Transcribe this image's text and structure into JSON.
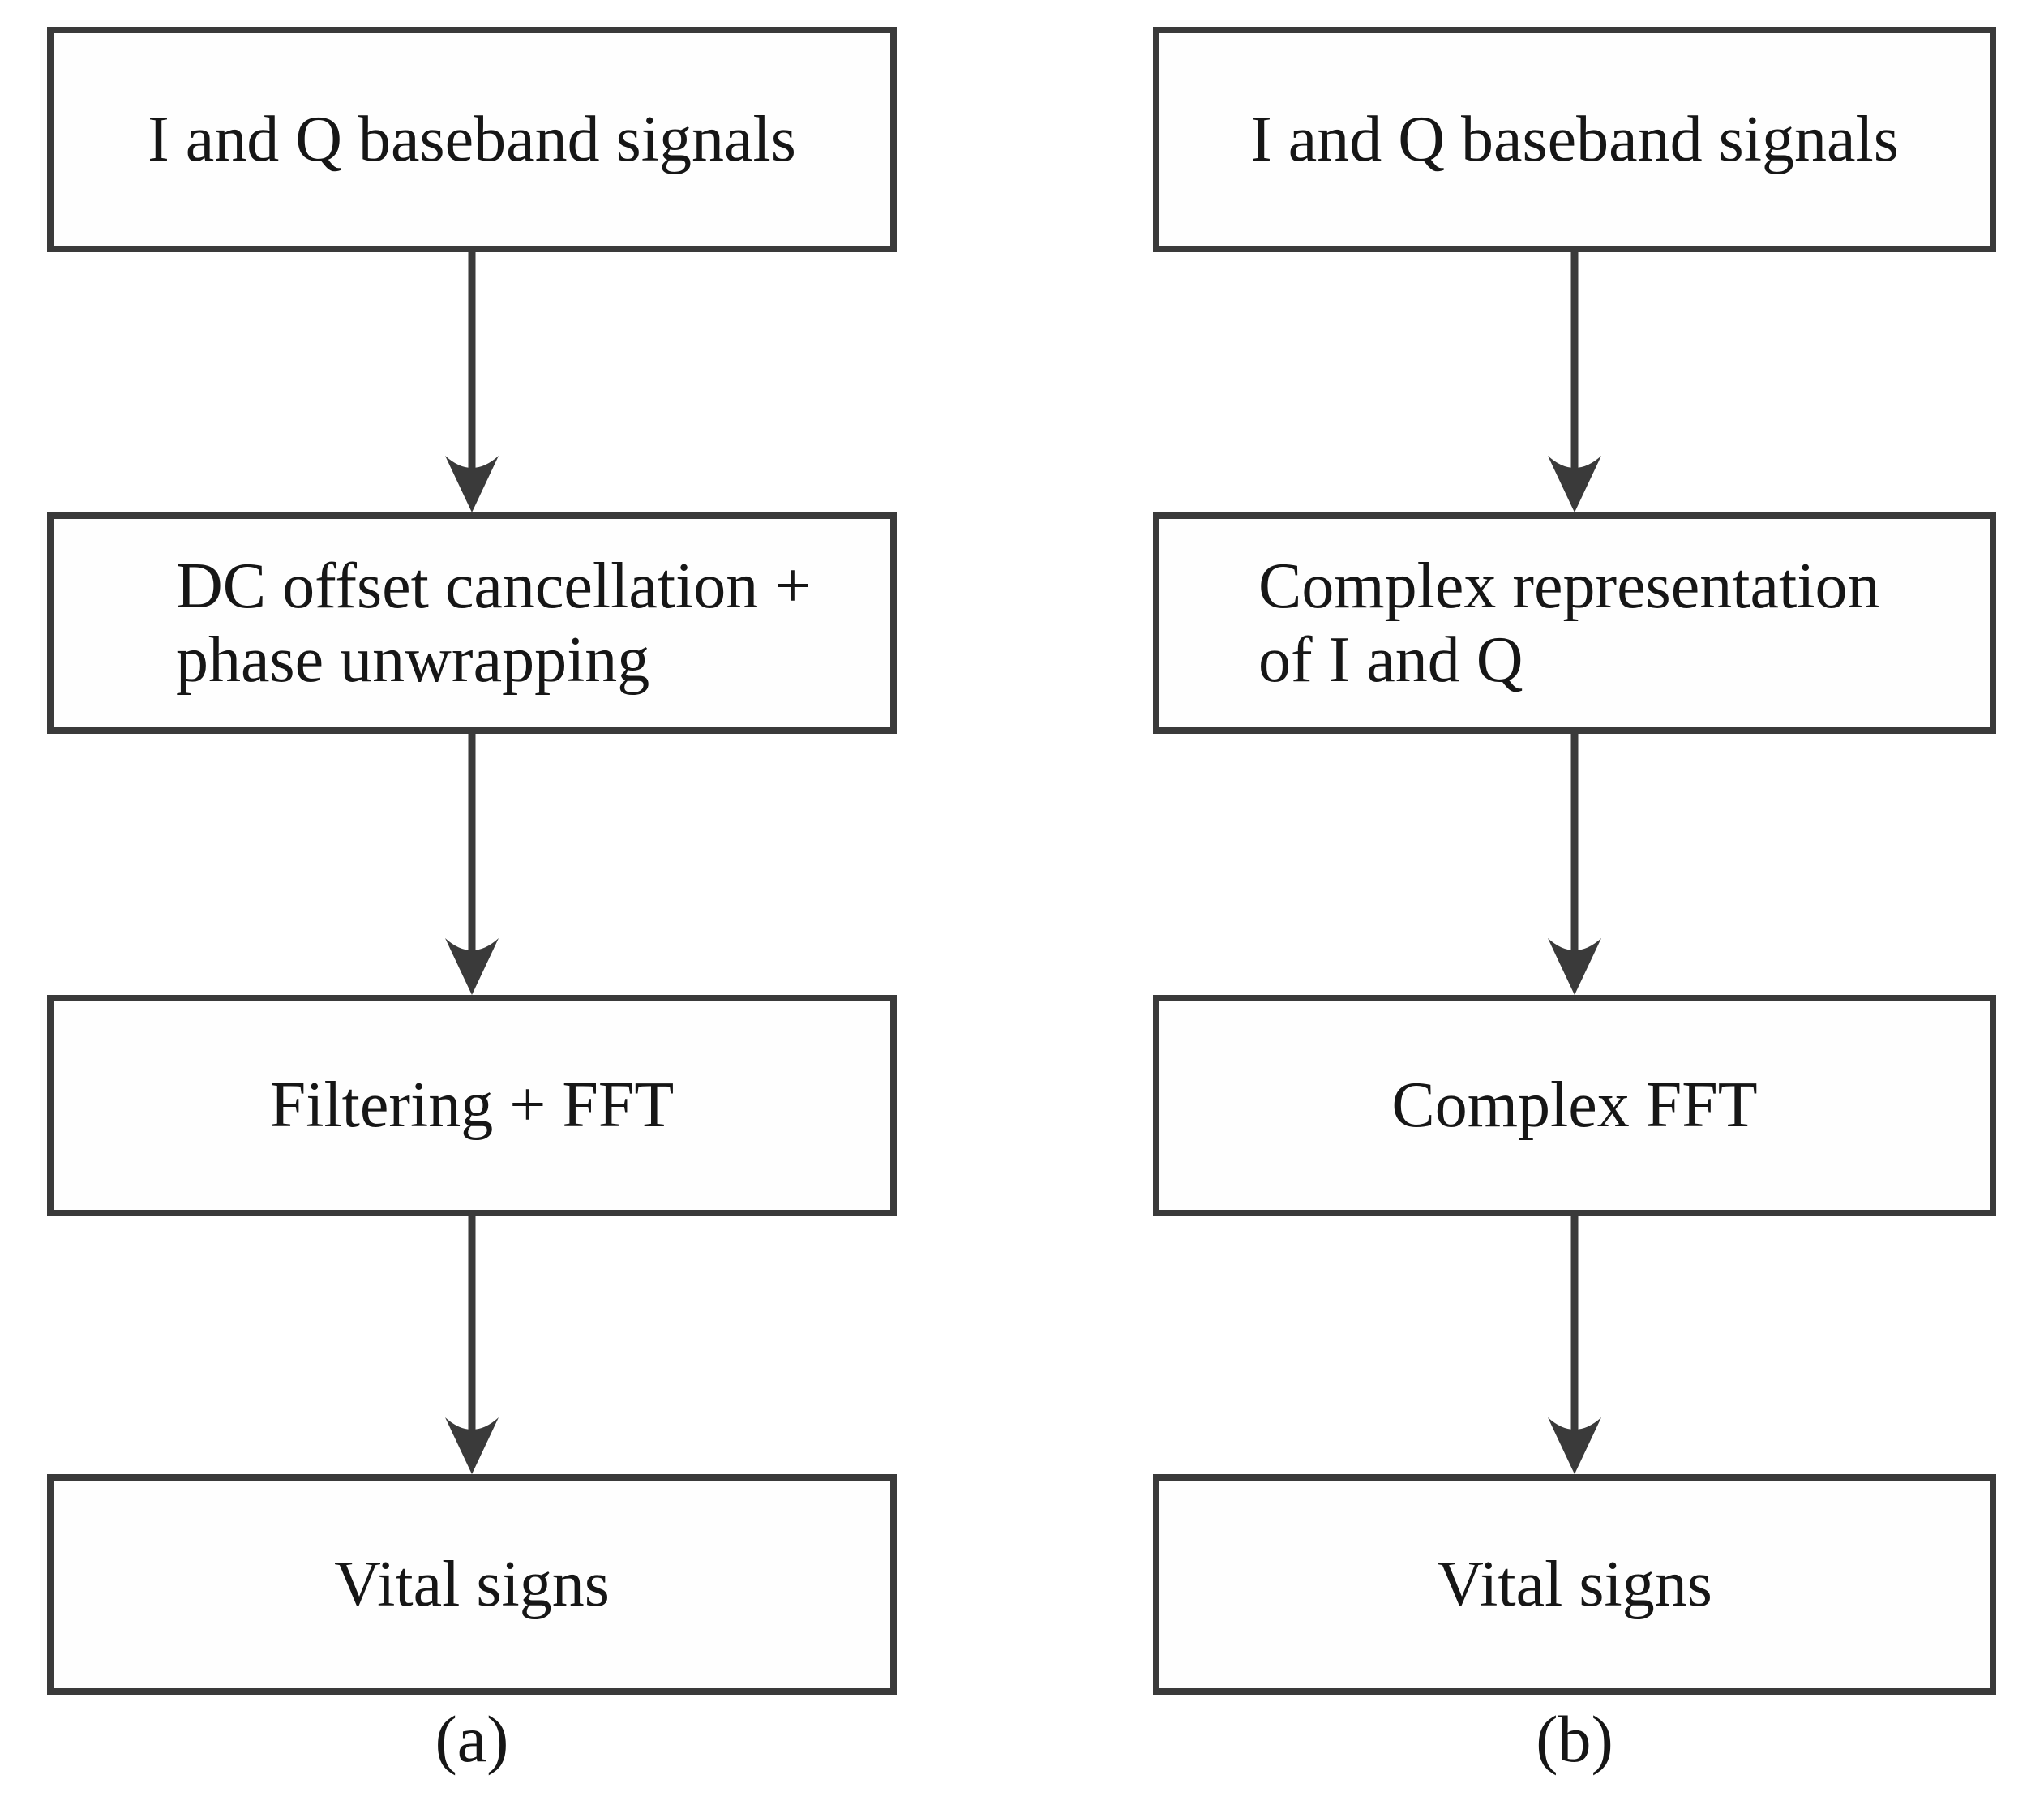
{
  "diagram": {
    "type": "flowchart-comparison",
    "orientation": "top-down",
    "colors": {
      "background": "#ffffff",
      "box_fill": "#fefefe",
      "line": "#3a3a3a",
      "text": "#161616"
    },
    "columns": [
      {
        "caption": "(a)",
        "boxes": [
          {
            "text": "I and Q baseband signals"
          },
          {
            "text": "DC offset cancellation +\nphase unwrapping"
          },
          {
            "text": "Filtering + FFT"
          },
          {
            "text": "Vital signs"
          }
        ]
      },
      {
        "caption": "(b)",
        "boxes": [
          {
            "text": "I and Q baseband signals"
          },
          {
            "text": "Complex representation\n of I and Q"
          },
          {
            "text": "Complex FFT"
          },
          {
            "text": "Vital signs"
          }
        ]
      }
    ]
  }
}
